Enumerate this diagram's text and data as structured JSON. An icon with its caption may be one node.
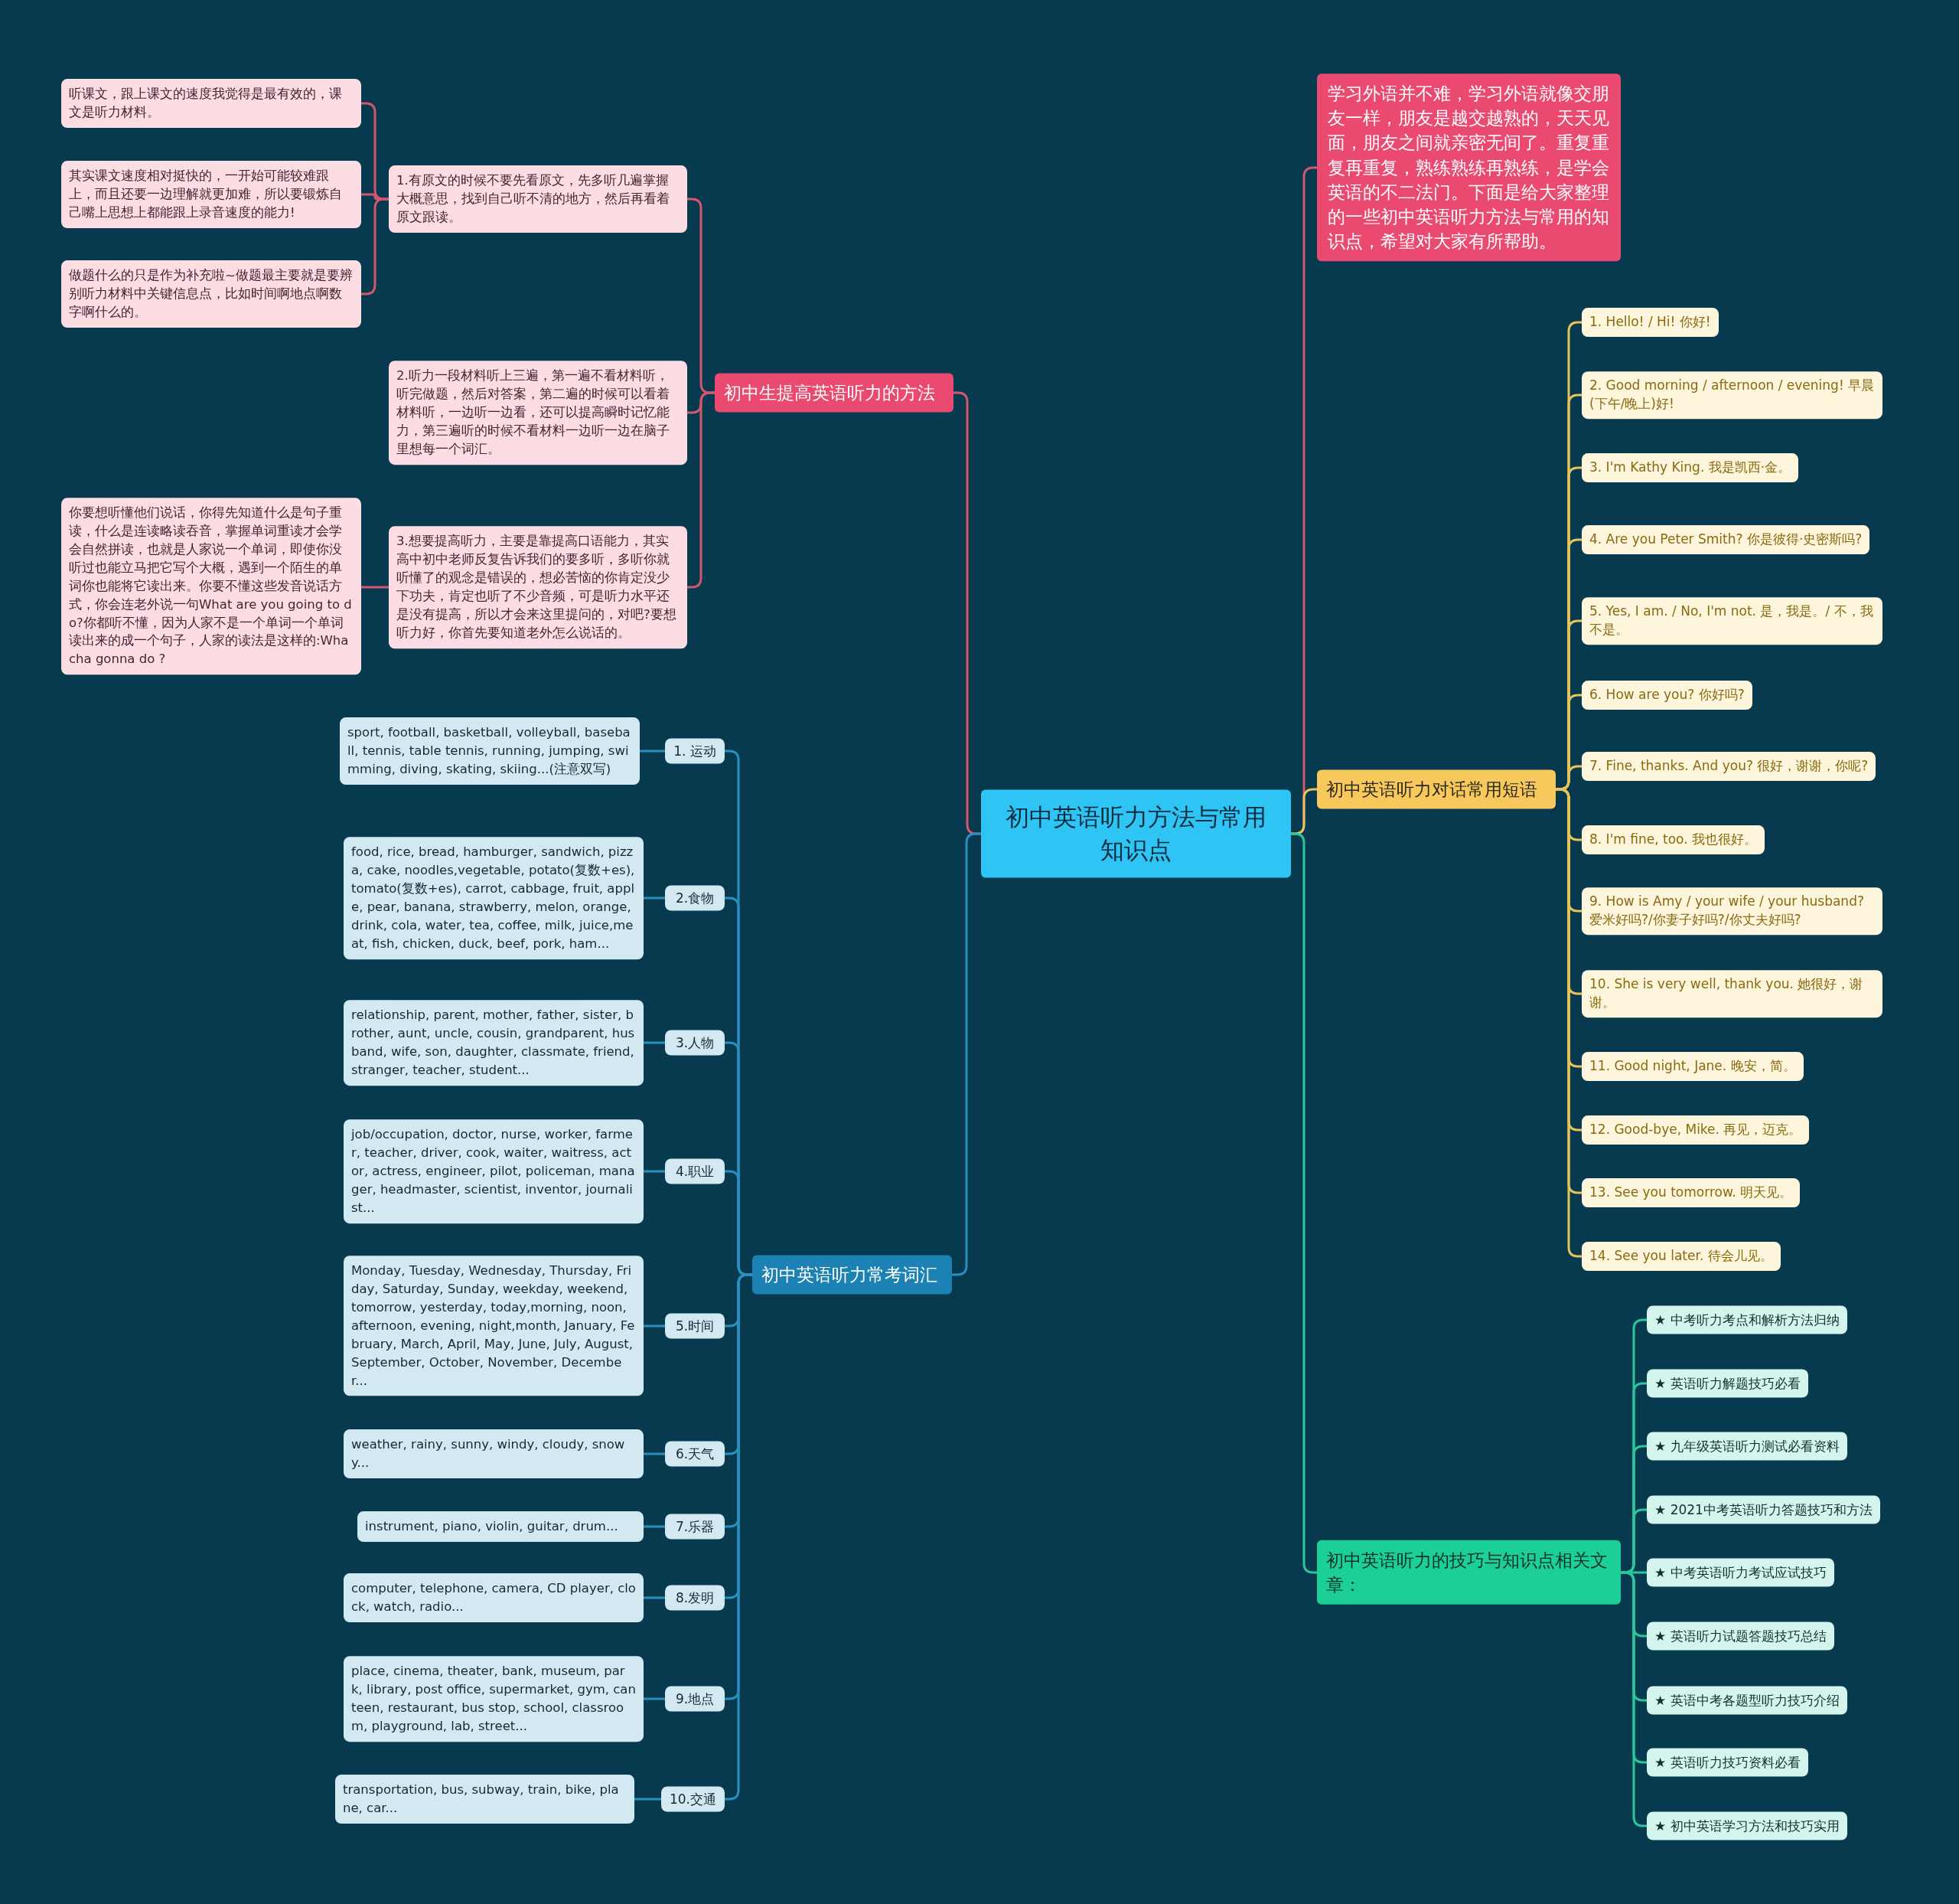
{
  "diagram": {
    "nodes": [
      {
        "text": [
          "初中英语听力方法与常用知识点"
        ]
      },
      {
        "text": [
          "初中生提高英语听力的方法"
        ]
      },
      {
        "text": [
          "1.有原文的时候不要先看原文，先多听几遍掌握大概意思，找到自己听不清的地方，然后再看着原文跟读。"
        ]
      },
      {
        "text": [
          "听课文，跟上课文的速度我觉得是最有效的，课文是听力材料。"
        ]
      },
      {
        "text": [
          "其实课文速度相对挺快的，一开始可能较难跟上，而且还要一边理解就更加难，所以要锻炼自己嘴上思想上都能跟上录音速度的能力!"
        ]
      },
      {
        "text": [
          "做题什么的只是作为补充啦~做题最主要就是要辨别听力材料中关键信息点，比如时间啊地点啊数字啊什么的。"
        ]
      },
      {
        "text": [
          "2.听力一段材料听上三遍，第一遍不看材料听，听完做题，然后对答案，第二遍的时候可以看着材料听，一边听一边看，还可以提高瞬时记忆能力，第三遍听的时候不看材料一边听一边在脑子里想每一个词汇。"
        ]
      },
      {
        "text": [
          "3.想要提高听力，主要是靠提高口语能力，其实高中初中老师反复告诉我们的要多听，多听你就听懂了的观念是错误的，想必苦恼的你肯定没少下功夫，肯定也听了不少音频，可是听力水平还是没有提高，所以才会来这里提问的，对吧?要想听力好，你首先要知道老外怎么说话的。"
        ]
      },
      {
        "text": [
          "你要想听懂他们说话，你得先知道什么是句子重读，什么是连读略读吞音，掌握单词重读才会学会自然拼读，也就是人家说一个单词，即使你没听过也能立马把它写个大概，遇到一个陌生的单词你也能将它读出来。你要不懂这些发音说话方式，你会连老外说一句What are you going to do?你都听不懂，因为人家不是一个单词一个单词读出来的成一个句子，人家的读法是这样的:Wha cha gonna do ?"
        ]
      },
      {
        "text": [
          "初中英语听力常考词汇"
        ]
      },
      {
        "text": [
          "1. 运动"
        ]
      },
      {
        "text": [
          "sport, football, basketball, volleyball, baseball, tennis, table tennis, running, jumping, swimming, diving, skating, skiing...(注意双写)"
        ]
      },
      {
        "text": [
          "2.食物"
        ]
      },
      {
        "text": [
          "food, rice, bread, hamburger, sandwich, pizza, cake, noodles,vegetable, potato(复数+es), tomato(复数+es), carrot, cabbage, fruit, apple, pear, banana, strawberry, melon, orange, drink, cola, water, tea, coffee, milk, juice,meat, fish, chicken, duck, beef, pork, ham..."
        ]
      },
      {
        "text": [
          "3.人物"
        ]
      },
      {
        "text": [
          "relationship, parent, mother, father, sister, brother, aunt, uncle, cousin, grandparent, husband, wife, son, daughter, classmate, friend, stranger, teacher, student..."
        ]
      },
      {
        "text": [
          "4.职业"
        ]
      },
      {
        "text": [
          "job/occupation, doctor, nurse, worker, farmer, teacher, driver, cook, waiter, waitress, actor, actress, engineer, pilot, policeman, manager, headmaster, scientist, inventor, journalist..."
        ]
      },
      {
        "text": [
          "5.时间"
        ]
      },
      {
        "text": [
          "Monday, Tuesday, Wednesday, Thursday, Friday, Saturday, Sunday, weekday, weekend, tomorrow, yesterday, today,morning, noon, afternoon, evening, night,month, January, February, March, April, May, June, July, August, September, October, November, December..."
        ]
      },
      {
        "text": [
          "6.天气"
        ]
      },
      {
        "text": [
          "weather, rainy, sunny, windy, cloudy, snowy..."
        ]
      },
      {
        "text": [
          "7.乐器"
        ]
      },
      {
        "text": [
          "instrument, piano, violin, guitar, drum..."
        ]
      },
      {
        "text": [
          "8.发明"
        ]
      },
      {
        "text": [
          "computer, telephone, camera, CD player, clock, watch, radio..."
        ]
      },
      {
        "text": [
          "9.地点"
        ]
      },
      {
        "text": [
          "place, cinema, theater, bank, museum, park, library, post office, supermarket, gym, canteen, restaurant, bus stop, school, classroom, playground, lab, street..."
        ]
      },
      {
        "text": [
          "10.交通"
        ]
      },
      {
        "text": [
          "transportation, bus, subway, train, bike, plane, car..."
        ]
      },
      {
        "text": [
          "学习外语并不难，学习外语就像交朋友一样，朋友是越交越熟的，天天见面，朋友之间就亲密无间了。重复重复再重复，熟练熟练再熟练，是学会英语的不二法门。下面是给大家整理的一些初中英语听力方法与常用的知识点，希望对大家有所帮助。"
        ]
      },
      {
        "text": [
          "初中英语听力对话常用短语"
        ]
      },
      {
        "text": [
          "1. Hello! / Hi! 你好!"
        ]
      },
      {
        "text": [
          "2. Good morning / afternoon / evening! 早晨(下午/晚上)好!"
        ]
      },
      {
        "text": [
          "3. I'm Kathy King. 我是凯西·金。"
        ]
      },
      {
        "text": [
          "4. Are you Peter Smith? 你是彼得·史密斯吗?"
        ]
      },
      {
        "text": [
          "5. Yes, I am. / No, I'm not. 是，我是。/ 不，我不是。"
        ]
      },
      {
        "text": [
          "6. How are you? 你好吗?"
        ]
      },
      {
        "text": [
          "7. Fine, thanks. And you? 很好，谢谢，你呢?"
        ]
      },
      {
        "text": [
          "8. I'm fine, too. 我也很好。"
        ]
      },
      {
        "text": [
          "9. How is Amy / your wife / your husband? 爱米好吗?/你妻子好吗?/你丈夫好吗?"
        ]
      },
      {
        "text": [
          "10. She is very well, thank you. 她很好，谢谢。"
        ]
      },
      {
        "text": [
          "11. Good night, Jane. 晚安，简。"
        ]
      },
      {
        "text": [
          "12. Good-bye, Mike. 再见，迈克。"
        ]
      },
      {
        "text": [
          "13. See you tomorrow. 明天见。"
        ]
      },
      {
        "text": [
          "14. See you later. 待会儿见。"
        ]
      },
      {
        "text": [
          "初中英语听力的技巧与知识点相关文章："
        ]
      },
      {
        "text": [
          "★ 中考听力考点和解析方法归纳"
        ]
      },
      {
        "text": [
          "★ 英语听力解题技巧必看"
        ]
      },
      {
        "text": [
          "★ 九年级英语听力测试必看资料"
        ]
      },
      {
        "text": [
          "★ 2021中考英语听力答题技巧和方法"
        ]
      },
      {
        "text": [
          "★ 中考英语听力考试应试技巧"
        ]
      },
      {
        "text": [
          "★ 英语听力试题答题技巧总结"
        ]
      },
      {
        "text": [
          "★ 英语中考各题型听力技巧介绍"
        ]
      },
      {
        "text": [
          "★ 英语听力技巧资料必看"
        ]
      },
      {
        "text": [
          "★ 初中英语学习方法和技巧实用"
        ]
      }
    ],
    "edges": [
      {
        "from": 0,
        "to": 1,
        "arrow": "none",
        "color": "#d4566f"
      },
      {
        "from": 1,
        "to": 2,
        "arrow": "none",
        "color": "#d4566f"
      },
      {
        "from": 2,
        "to": 3,
        "arrow": "none",
        "color": "#d4566f"
      },
      {
        "from": 2,
        "to": 4,
        "arrow": "none",
        "color": "#d4566f"
      },
      {
        "from": 2,
        "to": 5,
        "arrow": "none",
        "color": "#d4566f"
      },
      {
        "from": 1,
        "to": 6,
        "arrow": "none",
        "color": "#d4566f"
      },
      {
        "from": 1,
        "to": 7,
        "arrow": "none",
        "color": "#d4566f"
      },
      {
        "from": 7,
        "to": 8,
        "arrow": "none",
        "color": "#d4566f"
      },
      {
        "from": 0,
        "to": 9,
        "arrow": "none"
      },
      {
        "from": 9,
        "to": 10,
        "arrow": "none"
      },
      {
        "from": 10,
        "to": 11,
        "arrow": "none"
      },
      {
        "from": 9,
        "to": 12,
        "arrow": "none"
      },
      {
        "from": 12,
        "to": 13,
        "arrow": "none"
      },
      {
        "from": 9,
        "to": 14,
        "arrow": "none"
      },
      {
        "from": 14,
        "to": 15,
        "arrow": "none"
      },
      {
        "from": 9,
        "to": 16,
        "arrow": "none"
      },
      {
        "from": 16,
        "to": 17,
        "arrow": "none"
      },
      {
        "from": 9,
        "to": 18,
        "arrow": "none"
      },
      {
        "from": 18,
        "to": 19,
        "arrow": "none"
      },
      {
        "from": 9,
        "to": 20,
        "arrow": "none"
      },
      {
        "from": 20,
        "to": 21,
        "arrow": "none"
      },
      {
        "from": 9,
        "to": 22,
        "arrow": "none"
      },
      {
        "from": 22,
        "to": 23,
        "arrow": "none"
      },
      {
        "from": 9,
        "to": 24,
        "arrow": "none"
      },
      {
        "from": 24,
        "to": 25,
        "arrow": "none"
      },
      {
        "from": 9,
        "to": 26,
        "arrow": "none"
      },
      {
        "from": 26,
        "to": 27,
        "arrow": "none"
      },
      {
        "from": 9,
        "to": 28,
        "arrow": "none"
      },
      {
        "from": 28,
        "to": 29,
        "arrow": "none"
      },
      {
        "from": 0,
        "to": 30,
        "arrow": "none",
        "color": "#d4566f"
      },
      {
        "from": 0,
        "to": 31,
        "arrow": "none",
        "color": "#e8c35a"
      },
      {
        "from": 31,
        "to": 32,
        "arrow": "none",
        "color": "#e8c35a"
      },
      {
        "from": 31,
        "to": 33,
        "arrow": "none",
        "color": "#e8c35a"
      },
      {
        "from": 31,
        "to": 34,
        "arrow": "none",
        "color": "#e8c35a"
      },
      {
        "from": 31,
        "to": 35,
        "arrow": "none",
        "color": "#e8c35a"
      },
      {
        "from": 31,
        "to": 36,
        "arrow": "none",
        "color": "#e8c35a"
      },
      {
        "from": 31,
        "to": 37,
        "arrow": "none",
        "color": "#e8c35a"
      },
      {
        "from": 31,
        "to": 38,
        "arrow": "none",
        "color": "#e8c35a"
      },
      {
        "from": 31,
        "to": 39,
        "arrow": "none",
        "color": "#e8c35a"
      },
      {
        "from": 31,
        "to": 40,
        "arrow": "none",
        "color": "#e8c35a"
      },
      {
        "from": 31,
        "to": 41,
        "arrow": "none",
        "color": "#e8c35a"
      },
      {
        "from": 31,
        "to": 42,
        "arrow": "none",
        "color": "#e8c35a"
      },
      {
        "from": 31,
        "to": 43,
        "arrow": "none",
        "color": "#e8c35a"
      },
      {
        "from": 31,
        "to": 44,
        "arrow": "none",
        "color": "#e8c35a"
      },
      {
        "from": 31,
        "to": 45,
        "arrow": "none",
        "color": "#e8c35a"
      },
      {
        "from": 0,
        "to": 46,
        "arrow": "none",
        "color": "#2bc79a"
      },
      {
        "from": 46,
        "to": 47,
        "arrow": "none",
        "color": "#2bc79a"
      },
      {
        "from": 46,
        "to": 48,
        "arrow": "none",
        "color": "#2bc79a"
      },
      {
        "from": 46,
        "to": 49,
        "arrow": "none",
        "color": "#2bc79a"
      },
      {
        "from": 46,
        "to": 50,
        "arrow": "none",
        "color": "#2bc79a"
      },
      {
        "from": 46,
        "to": 51,
        "arrow": "none",
        "color": "#2bc79a"
      },
      {
        "from": 46,
        "to": 52,
        "arrow": "none",
        "color": "#2bc79a"
      },
      {
        "from": 46,
        "to": 53,
        "arrow": "none",
        "color": "#2bc79a"
      },
      {
        "from": 46,
        "to": 54,
        "arrow": "none",
        "color": "#2bc79a"
      },
      {
        "from": 46,
        "to": 55,
        "arrow": "none",
        "color": "#2bc79a"
      }
    ]
  }
}
